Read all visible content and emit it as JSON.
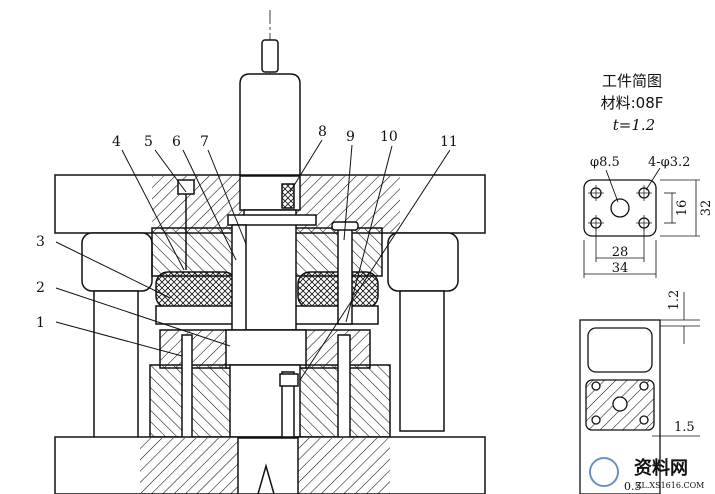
{
  "part_info": {
    "title": "工件简图",
    "material": "材料:08F",
    "thickness": "t=1.2"
  },
  "callouts": [
    "1",
    "2",
    "3",
    "4",
    "5",
    "6",
    "7",
    "8",
    "9",
    "10",
    "11"
  ],
  "dimensions": {
    "hole_large": "φ8.5",
    "hole_small": "4-φ3.2",
    "height_inner": "16",
    "height_outer": "32",
    "width_inner": "28",
    "width_outer": "34",
    "side_thickness": "1.2",
    "bottom_offset": "1.5"
  },
  "watermark": {
    "brand": "资料网",
    "url": "ZL.XS1616.COM",
    "fragment": "0.5"
  }
}
